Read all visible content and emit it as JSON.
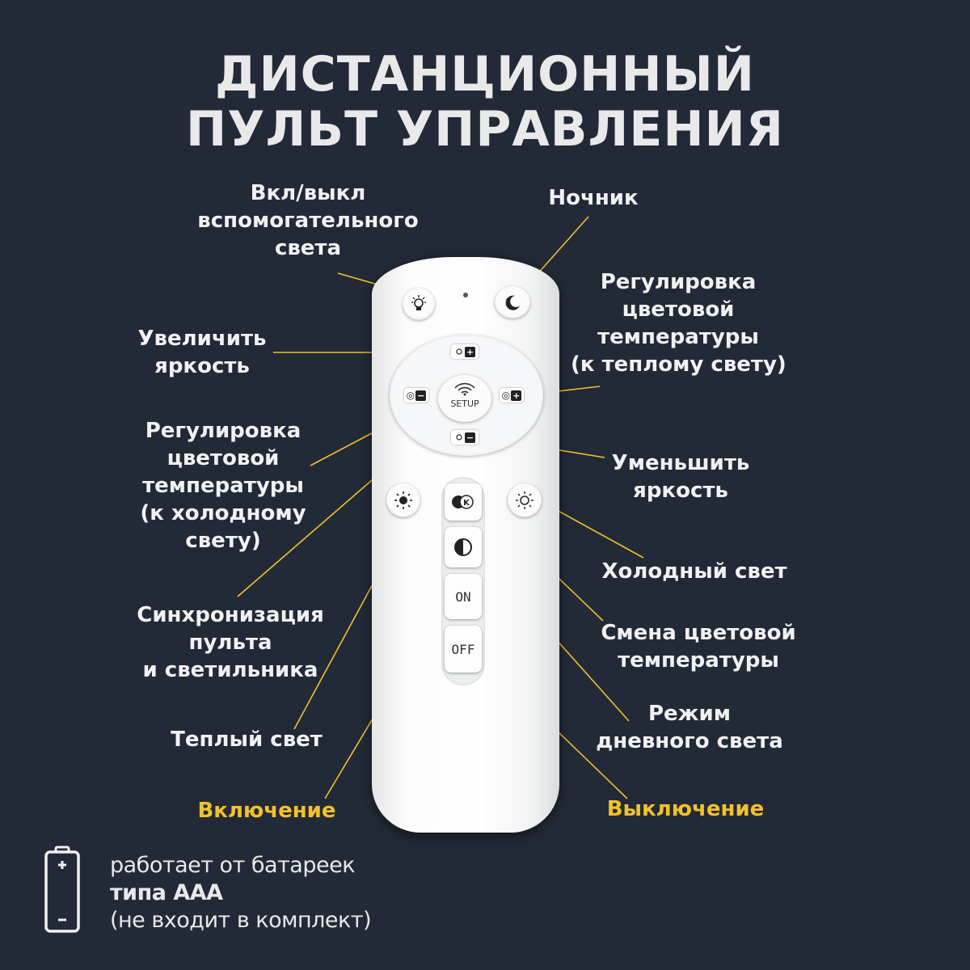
{
  "title": [
    "ДИСТАНЦИОННЫЙ",
    "ПУЛЬТ УПРАВЛЕНИЯ"
  ],
  "labels": {
    "aux_light": [
      "Вкл/выкл",
      "вспомогательного",
      "света"
    ],
    "night_light": [
      "Ночник"
    ],
    "brightness_up": [
      "Увеличить",
      "яркость"
    ],
    "warm_adjust": [
      "Регулировка",
      "цветовой",
      "температуры",
      "(к теплому свету)"
    ],
    "cold_adjust": [
      "Регулировка",
      "цветовой",
      "температуры",
      "(к холодному",
      "свету)"
    ],
    "brightness_down": [
      "Уменьшить",
      "яркость"
    ],
    "cold_light": [
      "Холодный свет"
    ],
    "sync": [
      "Синхронизация",
      "пульта",
      "и светильника"
    ],
    "color_temp_change": [
      "Смена цветовой",
      "температуры"
    ],
    "warm_light": [
      "Теплый свет"
    ],
    "daylight": [
      "Режим",
      "дневного света"
    ],
    "power_on": [
      "Включение"
    ],
    "power_off": [
      "Выключение"
    ]
  },
  "remote": {
    "setup_label": "SETUP",
    "on_label": "ON",
    "off_label": "OFF",
    "k_label": "K"
  },
  "battery": [
    "работает от батареек",
    "типа ААА",
    "(не входит в комплект)"
  ],
  "colors": {
    "background": "#222a37",
    "accent": "#f3c12c",
    "text": "#f1f1f1"
  }
}
